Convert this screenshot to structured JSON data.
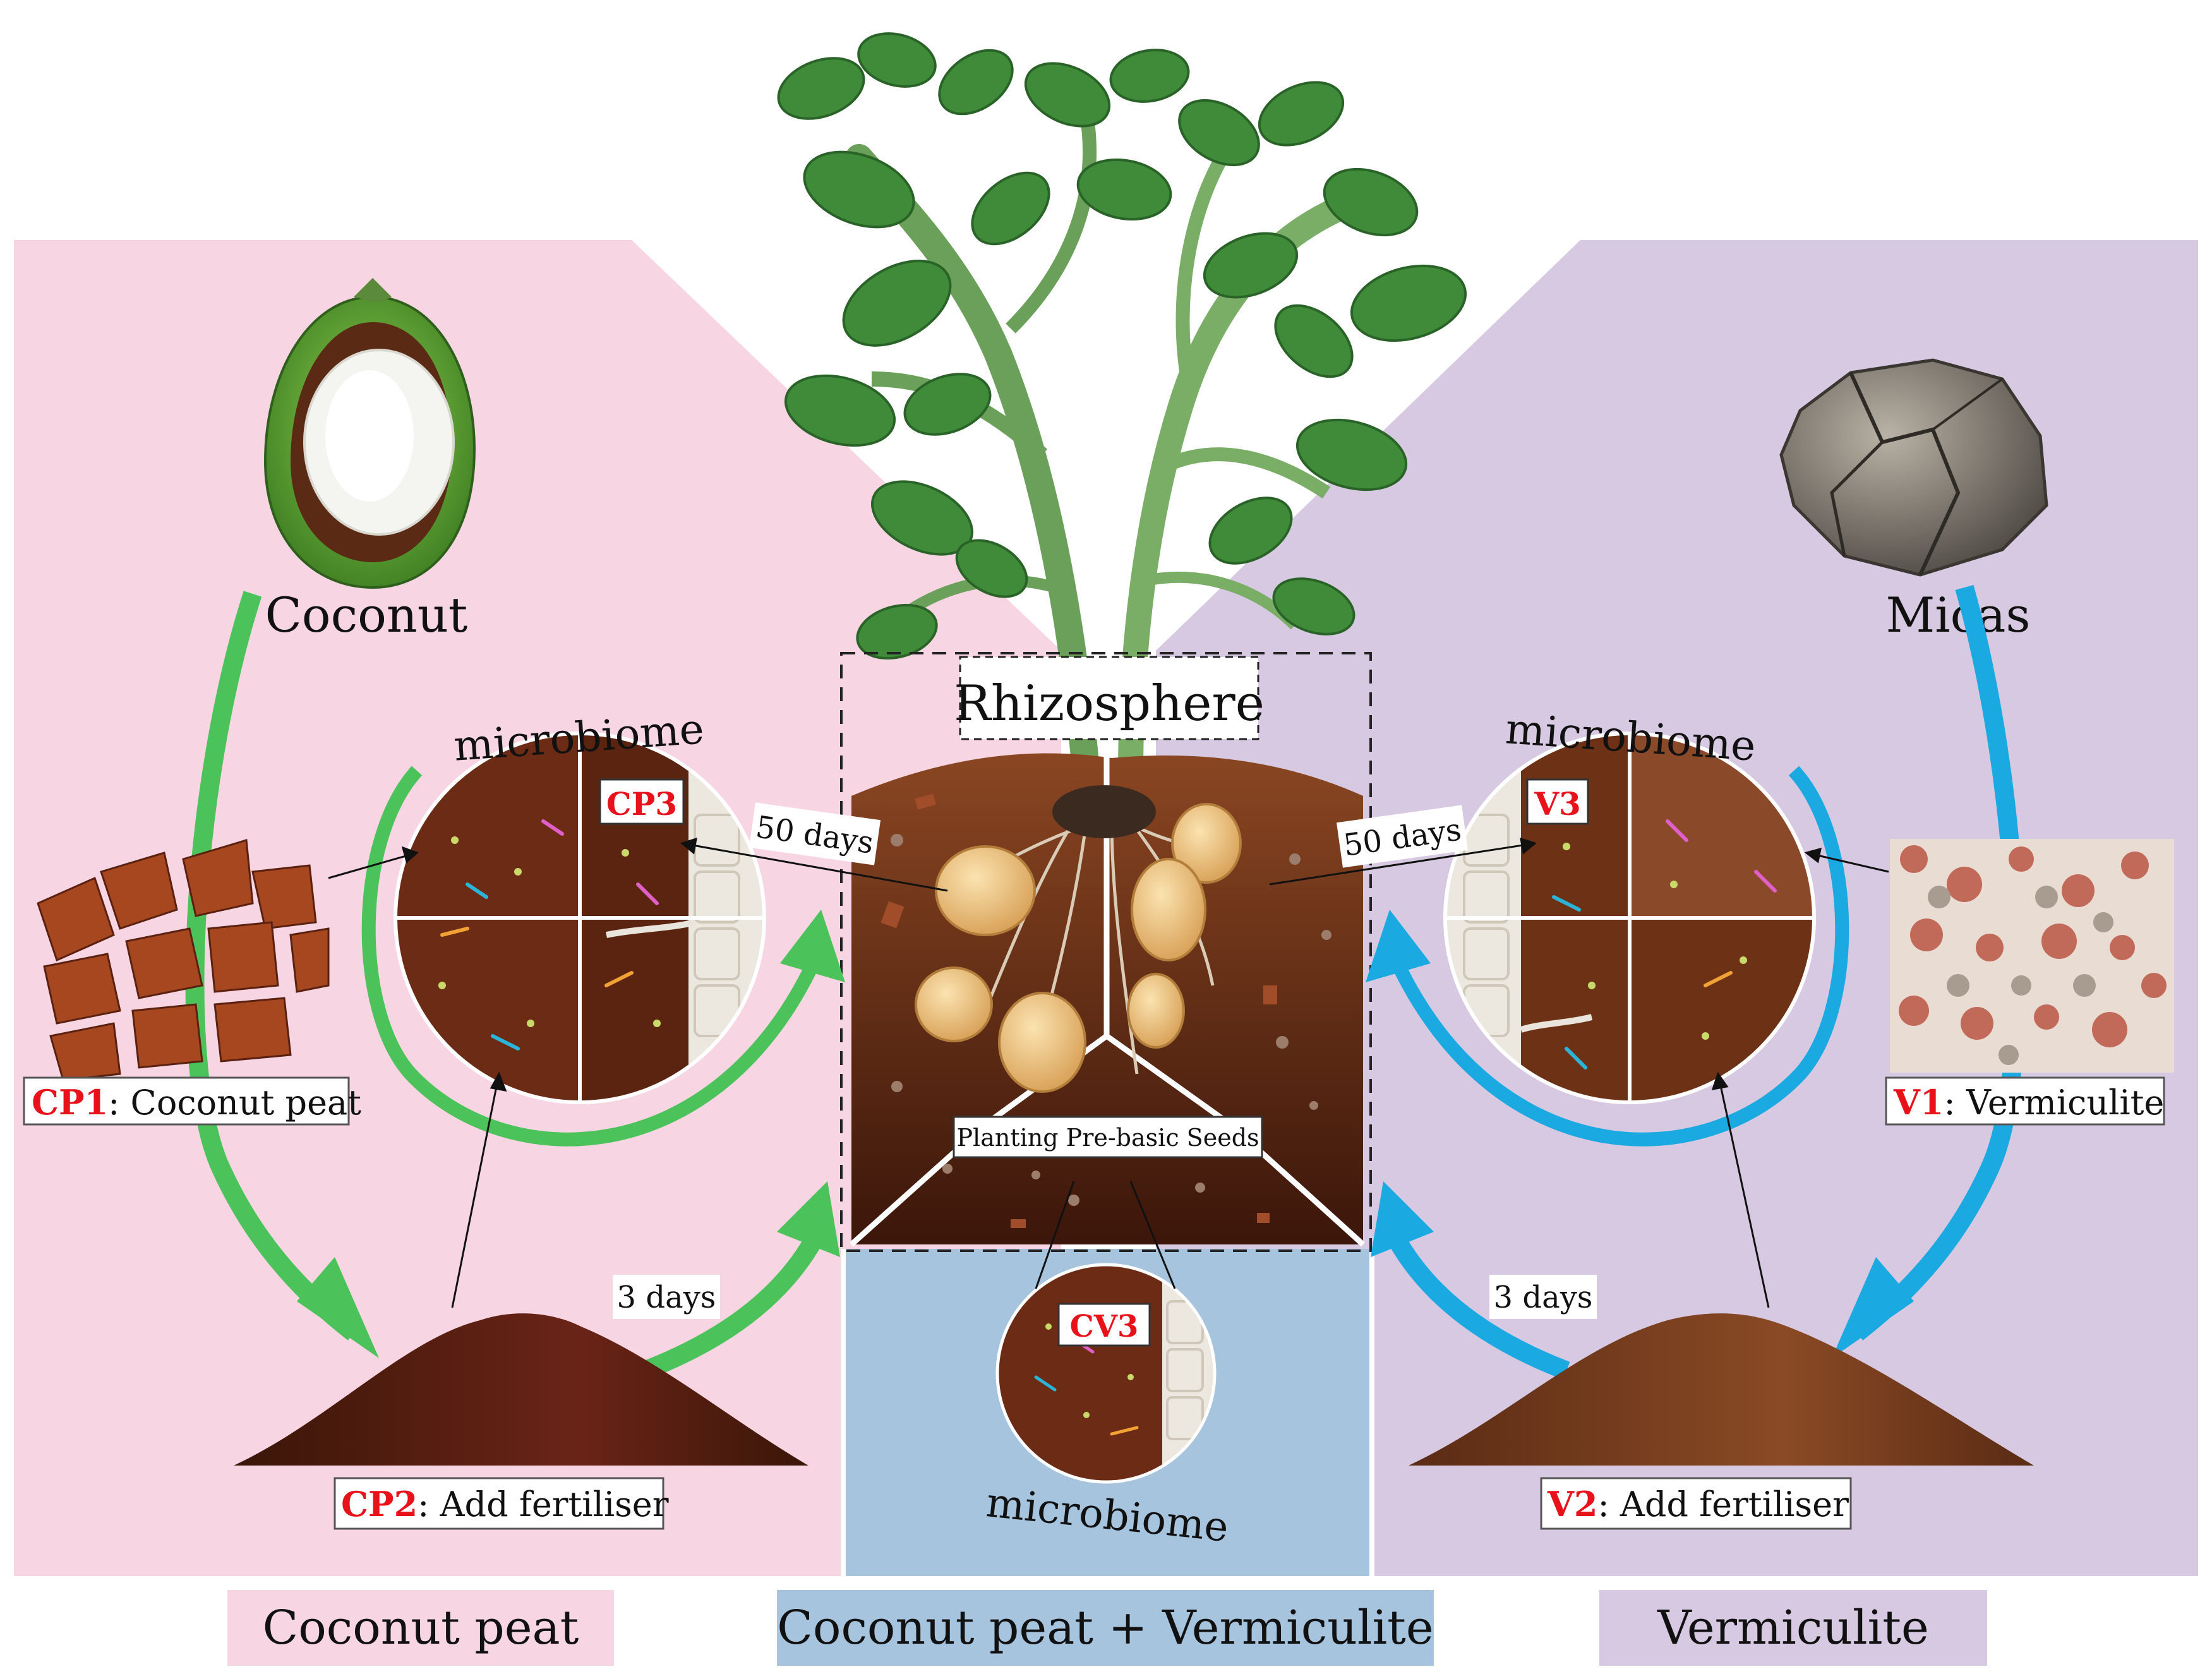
{
  "colors": {
    "pink_panel": "#f7d5e3",
    "purple_panel": "#d7c9e2",
    "blue_panel": "#a7c4df",
    "green_arrow": "#4cc25a",
    "blue_arrow": "#1aa9e0",
    "code_red": "#e8121b",
    "soil_dark": "#4a1f0f",
    "soil_mid": "#7a3a1a"
  },
  "icons": {
    "coconut": "coconut-icon",
    "mica": "mica-rock-icon",
    "plant": "potato-plant-icon",
    "tuber": "potato-tuber-icon"
  },
  "left": {
    "source_label": "Coconut",
    "cp1_code": "CP1",
    "cp1_text": ": Coconut peat",
    "cp2_code": "CP2",
    "cp2_text": ": Add fertiliser",
    "cp3_code": "CP3",
    "microbiome_label": "microbiome",
    "days_short": "3 days",
    "days_long": "50 days"
  },
  "center": {
    "rhizosphere_label": "Rhizosphere",
    "planting_label": "Planting Pre-basic Seeds",
    "cv3_code": "CV3",
    "microbiome_label": "microbiome"
  },
  "right": {
    "source_label": "Micas",
    "v1_code": "V1",
    "v1_text": ": Vermiculite",
    "v2_code": "V2",
    "v2_text": ": Add fertiliser",
    "v3_code": "V3",
    "microbiome_label": "microbiome",
    "days_short": "3 days",
    "days_long": "50 days"
  },
  "legend": {
    "left": "Coconut peat",
    "center": "Coconut peat + Vermiculite",
    "right": "Vermiculite"
  }
}
